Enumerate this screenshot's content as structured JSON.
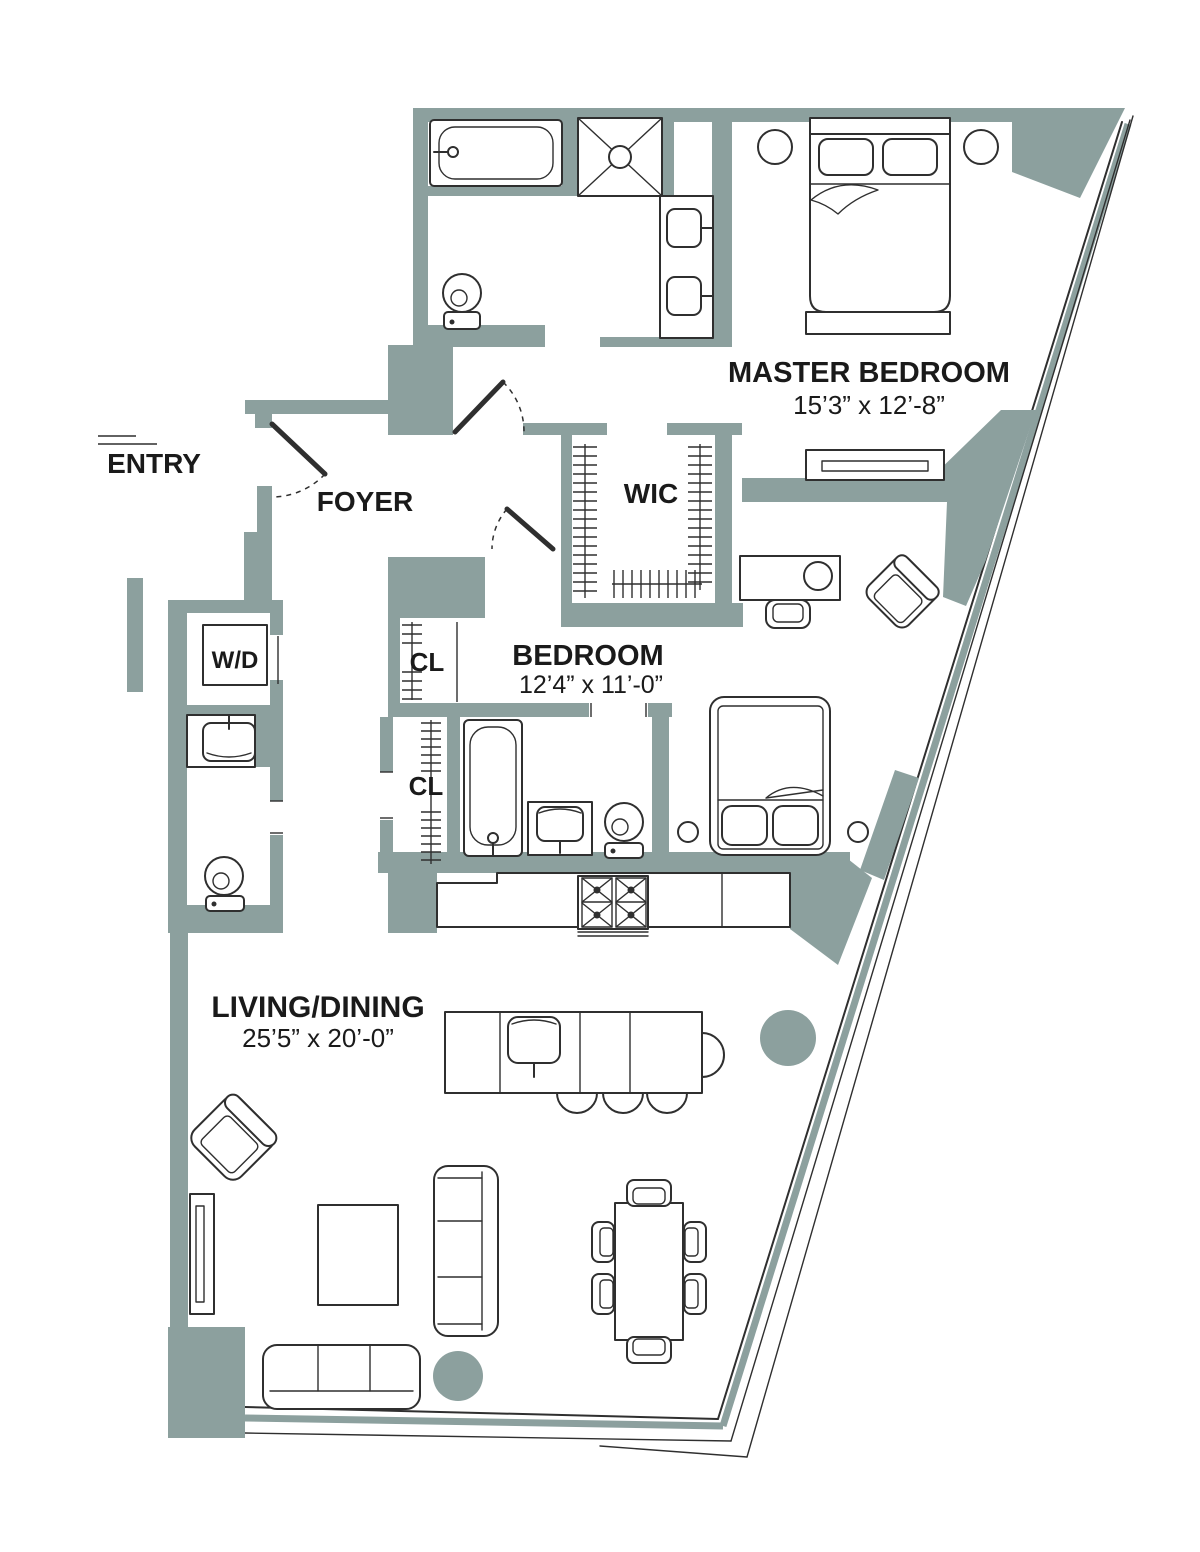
{
  "plan": {
    "type": "apartment-floor-plan"
  },
  "colors": {
    "wall": "#8CA09E",
    "line": "#2f2f2f",
    "text": "#1a1a1a",
    "background": "#ffffff"
  },
  "rooms": {
    "entry": {
      "label": "ENTRY"
    },
    "foyer": {
      "label": "FOYER"
    },
    "wic": {
      "label": "WIC"
    },
    "master_bedroom": {
      "label": "MASTER BEDROOM",
      "dimensions": "15’3” x 12’-8”"
    },
    "bedroom": {
      "label": "BEDROOM",
      "dimensions": "12’4” x 11’-0”"
    },
    "laundry": {
      "label": "W/D"
    },
    "closet_upper": {
      "label": "CL"
    },
    "closet_lower": {
      "label": "CL"
    },
    "living_dining": {
      "label": "LIVING/DINING",
      "dimensions": "25’5” x 20’-0”"
    }
  }
}
